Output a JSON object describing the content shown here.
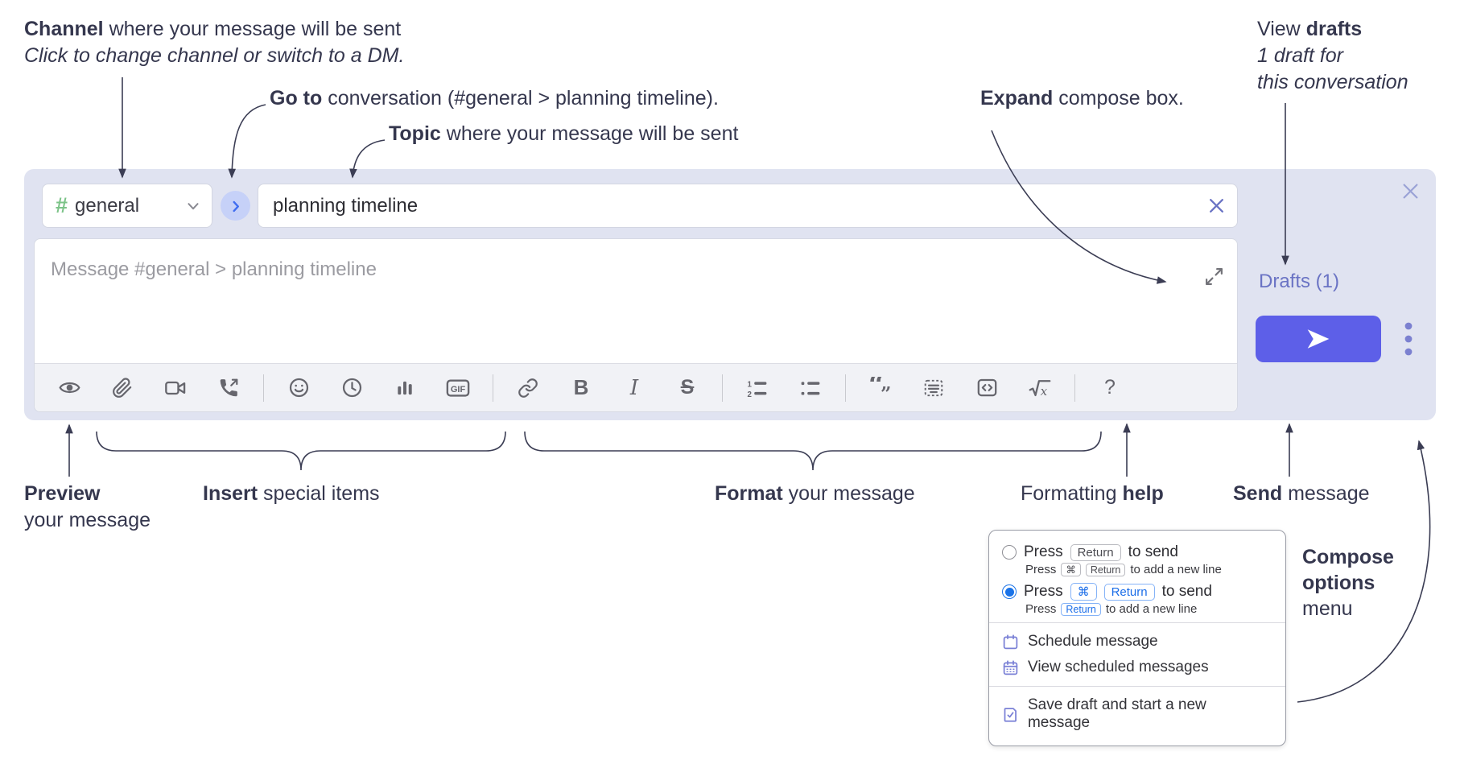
{
  "annotations": {
    "channel_bold": "Channel",
    "channel_rest": " where your message will be sent",
    "channel_sub": "Click to change channel or switch to a DM.",
    "goto_bold": "Go to",
    "goto_rest": " conversation (#general > planning timeline).",
    "topic_bold": "Topic",
    "topic_rest": " where your message will be sent",
    "expand_bold": "Expand",
    "expand_rest": " compose box.",
    "drafts_pre": "View ",
    "drafts_bold": "drafts",
    "drafts_line2": "1 draft for",
    "drafts_line3": "this conversation",
    "preview_bold": "Preview",
    "preview_line2": "your message",
    "insert_bold": "Insert",
    "insert_rest": " special items",
    "format_bold": "Format",
    "format_rest": " your message",
    "help_pre": "Formatting ",
    "help_bold": "help",
    "send_bold": "Send",
    "send_rest": " message",
    "compose_line1": "Compose",
    "compose_line2": "options",
    "compose_line3": "menu"
  },
  "compose": {
    "hash": "#",
    "channel_name": "general",
    "topic_value": "planning timeline",
    "message_placeholder": "Message #general > planning timeline",
    "drafts_link": "Drafts (1)",
    "gif_label": "GIF",
    "bold_label": "B",
    "italic_label": "I",
    "strike_label": "S",
    "help_label": "?"
  },
  "popup": {
    "opt1_press": "Press",
    "opt1_key": "Return",
    "opt1_suffix": "to send",
    "opt1_sub_press": "Press",
    "opt1_sub_key1": "⌘",
    "opt1_sub_key2": "Return",
    "opt1_sub_suffix": "to add a new line",
    "opt2_press": "Press",
    "opt2_key1": "⌘",
    "opt2_key2": "Return",
    "opt2_suffix": "to send",
    "opt2_sub_press": "Press",
    "opt2_sub_key": "Return",
    "opt2_sub_suffix": "to add a new line",
    "item_schedule": "Schedule message",
    "item_view_scheduled": "View scheduled messages",
    "item_save_draft": "Save draft and start a new message"
  },
  "colors": {
    "compose_bg": "#e0e3f1",
    "send_button": "#5d5fe8",
    "link_purple": "#6a73c4",
    "hash_green": "#7cc388",
    "radio_blue": "#1a73e8",
    "kbd_blue": "#1a6de8",
    "annotation_ink": "#35374e",
    "menu_icon_purple": "#7a80d6",
    "toolbar_icon": "#66666d"
  }
}
